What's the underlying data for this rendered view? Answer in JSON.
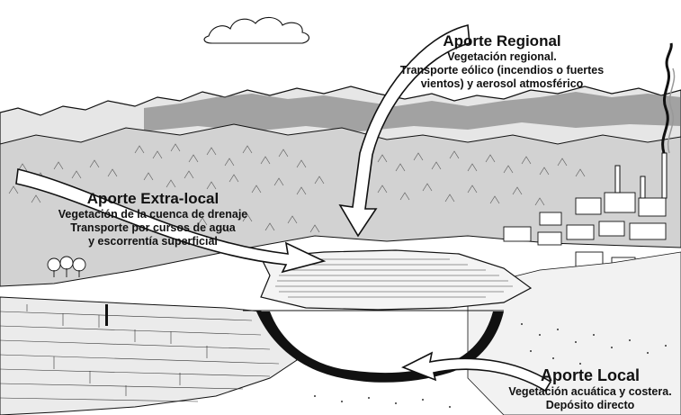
{
  "diagram": {
    "labels": {
      "regional": {
        "title": "Aporte Regional",
        "lines": [
          "Vegetación regional.",
          "Transporte eólico (incendios o fuertes",
          "vientos) y aerosol atmosférico"
        ]
      },
      "extra_local": {
        "title": "Aporte Extra-local",
        "lines": [
          "Vegetación de la cuenca de drenaje",
          "Transporte por cursos de agua",
          "y escorrentía superficial"
        ]
      },
      "local": {
        "title": "Aporte Local",
        "lines": [
          "Vegetación acuática y costera.",
          "Depósito directo"
        ]
      }
    },
    "colors": {
      "ink": "#111111",
      "background": "#ffffff",
      "lake_fill": "#f4f4f4",
      "sediment": "#111111"
    }
  }
}
